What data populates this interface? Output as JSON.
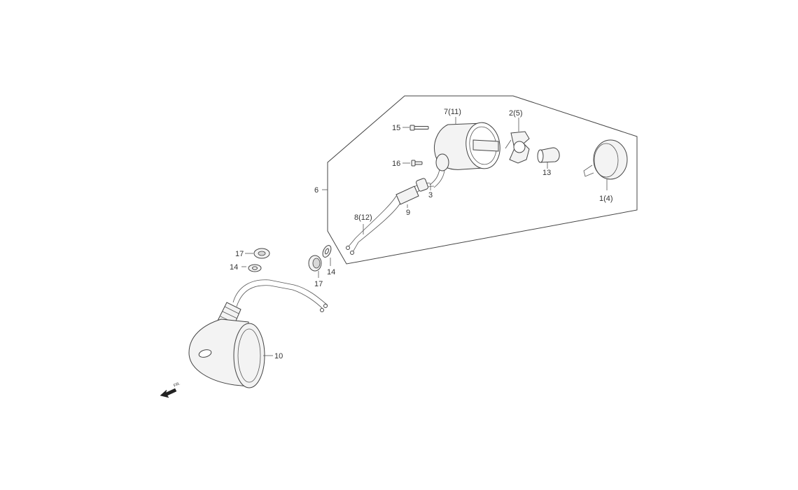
{
  "callouts": {
    "c1_4": "1(4)",
    "c2_5": "2(5)",
    "c3": "3",
    "c6": "6",
    "c7_11": "7(11)",
    "c8_12": "8(12)",
    "c9": "9",
    "c10": "10",
    "c13": "13",
    "c14_left": "14",
    "c14_right": "14",
    "c15": "15",
    "c16": "16",
    "c17_left": "17",
    "c17_right": "17"
  },
  "direction": {
    "label": "FR.",
    "icon": "front-direction-arrow-icon"
  }
}
